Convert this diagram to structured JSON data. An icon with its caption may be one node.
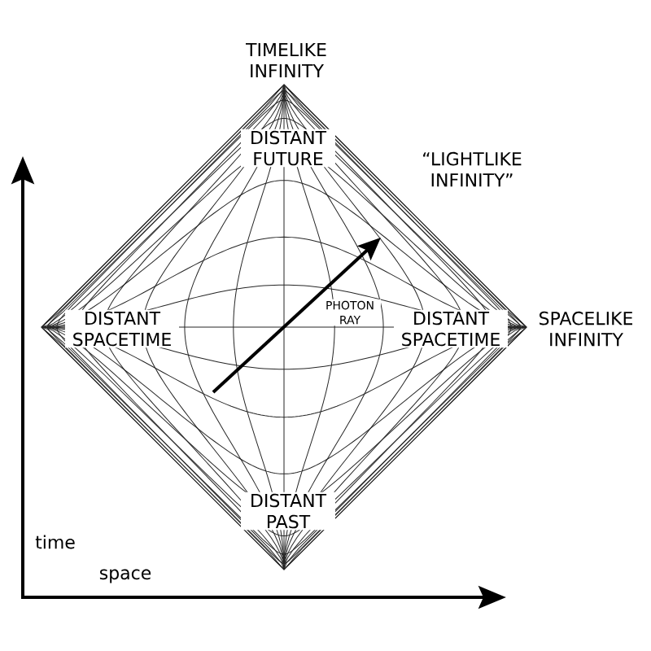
{
  "diagram": {
    "labels": [
      "TIMELIKE INFINITY",
      "DISTANT FUTURE",
      "“LIGHTLIKE INFINITY”",
      "DISTANT SPACETIME",
      "PHOTON RAY",
      "DISTANT SPACETIME",
      "SPACELIKE INFINITY",
      "DISTANT PAST",
      "time",
      "space"
    ]
  }
}
